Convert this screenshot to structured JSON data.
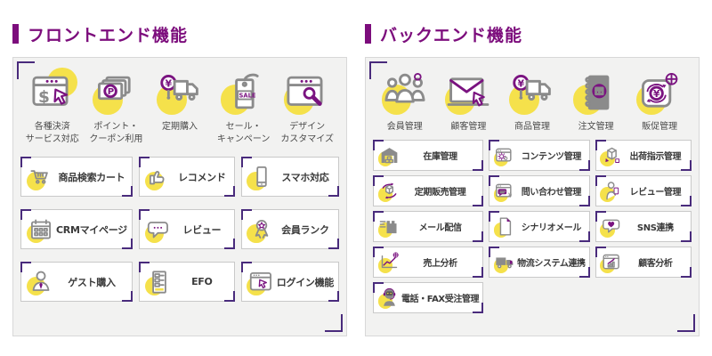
{
  "palette": {
    "magenta": "#7c0d7c",
    "corner_purple": "#492b7c",
    "accent_yellow": "#f5e14b",
    "icon_gray": "#8b8b8b"
  },
  "sections": [
    {
      "title": "フロントエンド機能",
      "top_items": [
        {
          "icon": "payment-icon",
          "label_lines": [
            "各種決済",
            "サービス対応"
          ]
        },
        {
          "icon": "points-coupon-icon",
          "label_lines": [
            "ポイント・",
            "クーポン利用"
          ]
        },
        {
          "icon": "subscription-truck-icon",
          "label_lines": [
            "定期購入"
          ]
        },
        {
          "icon": "sale-tag-icon",
          "label_lines": [
            "セール・",
            "キャンペーン"
          ]
        },
        {
          "icon": "design-customize-icon",
          "label_lines": [
            "デザイン",
            "カスタマイズ"
          ]
        }
      ],
      "grid_items": [
        {
          "icon": "cart-icon",
          "label": "商品検索カート"
        },
        {
          "icon": "thumbs-up-icon",
          "label": "レコメンド"
        },
        {
          "icon": "smartphone-icon",
          "label": "スマホ対応"
        },
        {
          "icon": "calendar-icon",
          "label": "CRMマイページ"
        },
        {
          "icon": "speech-bubble-icon",
          "label": "レビュー"
        },
        {
          "icon": "award-icon",
          "label": "会員ランク"
        },
        {
          "icon": "guest-person-icon",
          "label": "ゲスト購入"
        },
        {
          "icon": "form-icon",
          "label": "EFO"
        },
        {
          "icon": "login-click-icon",
          "label": "ログイン機能"
        }
      ]
    },
    {
      "title": "バックエンド機能",
      "top_items": [
        {
          "icon": "members-icon",
          "label_lines": [
            "会員管理"
          ]
        },
        {
          "icon": "mail-cursor-icon",
          "label_lines": [
            "顧客管理"
          ]
        },
        {
          "icon": "product-truck-icon",
          "label_lines": [
            "商品管理"
          ]
        },
        {
          "icon": "order-notebook-icon",
          "label_lines": [
            "注文管理"
          ]
        },
        {
          "icon": "promotion-icon",
          "label_lines": [
            "販促管理"
          ]
        }
      ],
      "grid_items": [
        {
          "icon": "warehouse-icon",
          "label": "在庫管理"
        },
        {
          "icon": "content-gear-icon",
          "label": "コンテンツ管理"
        },
        {
          "icon": "shipping-icon",
          "label": "出荷指示管理"
        },
        {
          "icon": "recurring-icon",
          "label": "定期販売管理"
        },
        {
          "icon": "inquiry-icon",
          "label": "問い合わせ管理"
        },
        {
          "icon": "review-person-icon",
          "label": "レビュー管理"
        },
        {
          "icon": "mail-delivery-icon",
          "label": "メール配信"
        },
        {
          "icon": "scenario-doc-icon",
          "label": "シナリオメール"
        },
        {
          "icon": "sns-heart-icon",
          "label": "SNS連携"
        },
        {
          "icon": "sales-chart-icon",
          "label": "売上分析"
        },
        {
          "icon": "logistics-truck-icon",
          "label": "物流システム連携"
        },
        {
          "icon": "customer-chart-icon",
          "label": "顧客分析"
        },
        {
          "icon": "operator-icon",
          "label": "電話・FAX受注管理"
        }
      ]
    }
  ]
}
